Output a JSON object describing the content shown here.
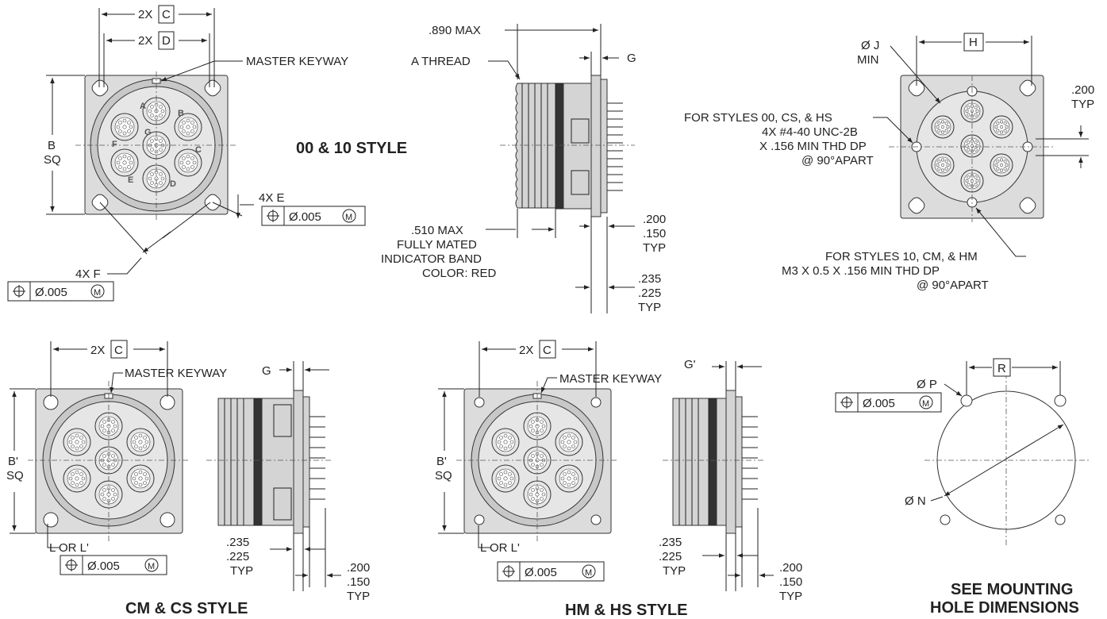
{
  "views": {
    "front_00_10": {
      "dim_2x": "2X",
      "dim_c": "C",
      "dim_d": "D",
      "master_keyway": "MASTER KEYWAY",
      "b_sq_line1": "B",
      "b_sq_line2": "SQ",
      "four_x_e": "4X E",
      "four_x_f": "4X F",
      "tol_005": "Ø.005",
      "tol_m": "M",
      "contact_letters": [
        "A",
        "B",
        "C",
        "D",
        "E",
        "F",
        "G"
      ],
      "style_title": "00 & 10 STYLE"
    },
    "side_00_10": {
      "max_890": ".890  MAX",
      "a_thread": "A THREAD",
      "g": "G",
      "max_510": ".510  MAX",
      "fully_mated": "FULLY MATED",
      "indicator_band": "INDICATOR BAND",
      "color_red": "COLOR: RED",
      "d200": ".200",
      "d150": ".150",
      "typ": "TYP",
      "d235": ".235",
      "d225": ".225"
    },
    "rear_view": {
      "phi_j": "Ø J",
      "min": "MIN",
      "h": "H",
      "d200": ".200",
      "typ": "TYP",
      "note_00_line1": "FOR STYLES 00, CS, & HS",
      "note_00_line2": "4X #4-40 UNC-2B",
      "note_00_line3": "X .156 MIN THD DP",
      "note_00_line4": "@ 90°APART",
      "note_10_line1": "FOR STYLES 10, CM, & HM",
      "note_10_line2": "M3 X 0.5 X .156 MIN THD DP",
      "note_10_line3": "@ 90°APART"
    },
    "cm_cs": {
      "dim_2x": "2X",
      "dim_c": "C",
      "master_keyway": "MASTER KEYWAY",
      "g": "G",
      "b_prime": "B'",
      "sq": "SQ",
      "l_or_l": "L OR L'",
      "tol_005": "Ø.005",
      "tol_m": "M",
      "d235": ".235",
      "d225": ".225",
      "typ": "TYP",
      "d200": ".200",
      "d150": ".150",
      "style_title": "CM & CS STYLE"
    },
    "hm_hs": {
      "dim_2x": "2X",
      "dim_c": "C",
      "master_keyway": "MASTER KEYWAY",
      "g_prime": "G'",
      "b_prime": "B'",
      "sq": "SQ",
      "l_or_l": "L OR L'",
      "tol_005": "Ø.005",
      "tol_m": "M",
      "d235": ".235",
      "d225": ".225",
      "typ": "TYP",
      "d200": ".200",
      "d150": ".150",
      "style_title": "HM & HS STYLE"
    },
    "mounting": {
      "phi_p": "Ø P",
      "r": "R",
      "tol_005": "Ø.005",
      "tol_m": "M",
      "phi_n": "Ø N",
      "title_line1": "SEE MOUNTING",
      "title_line2": "HOLE DIMENSIONS"
    }
  }
}
